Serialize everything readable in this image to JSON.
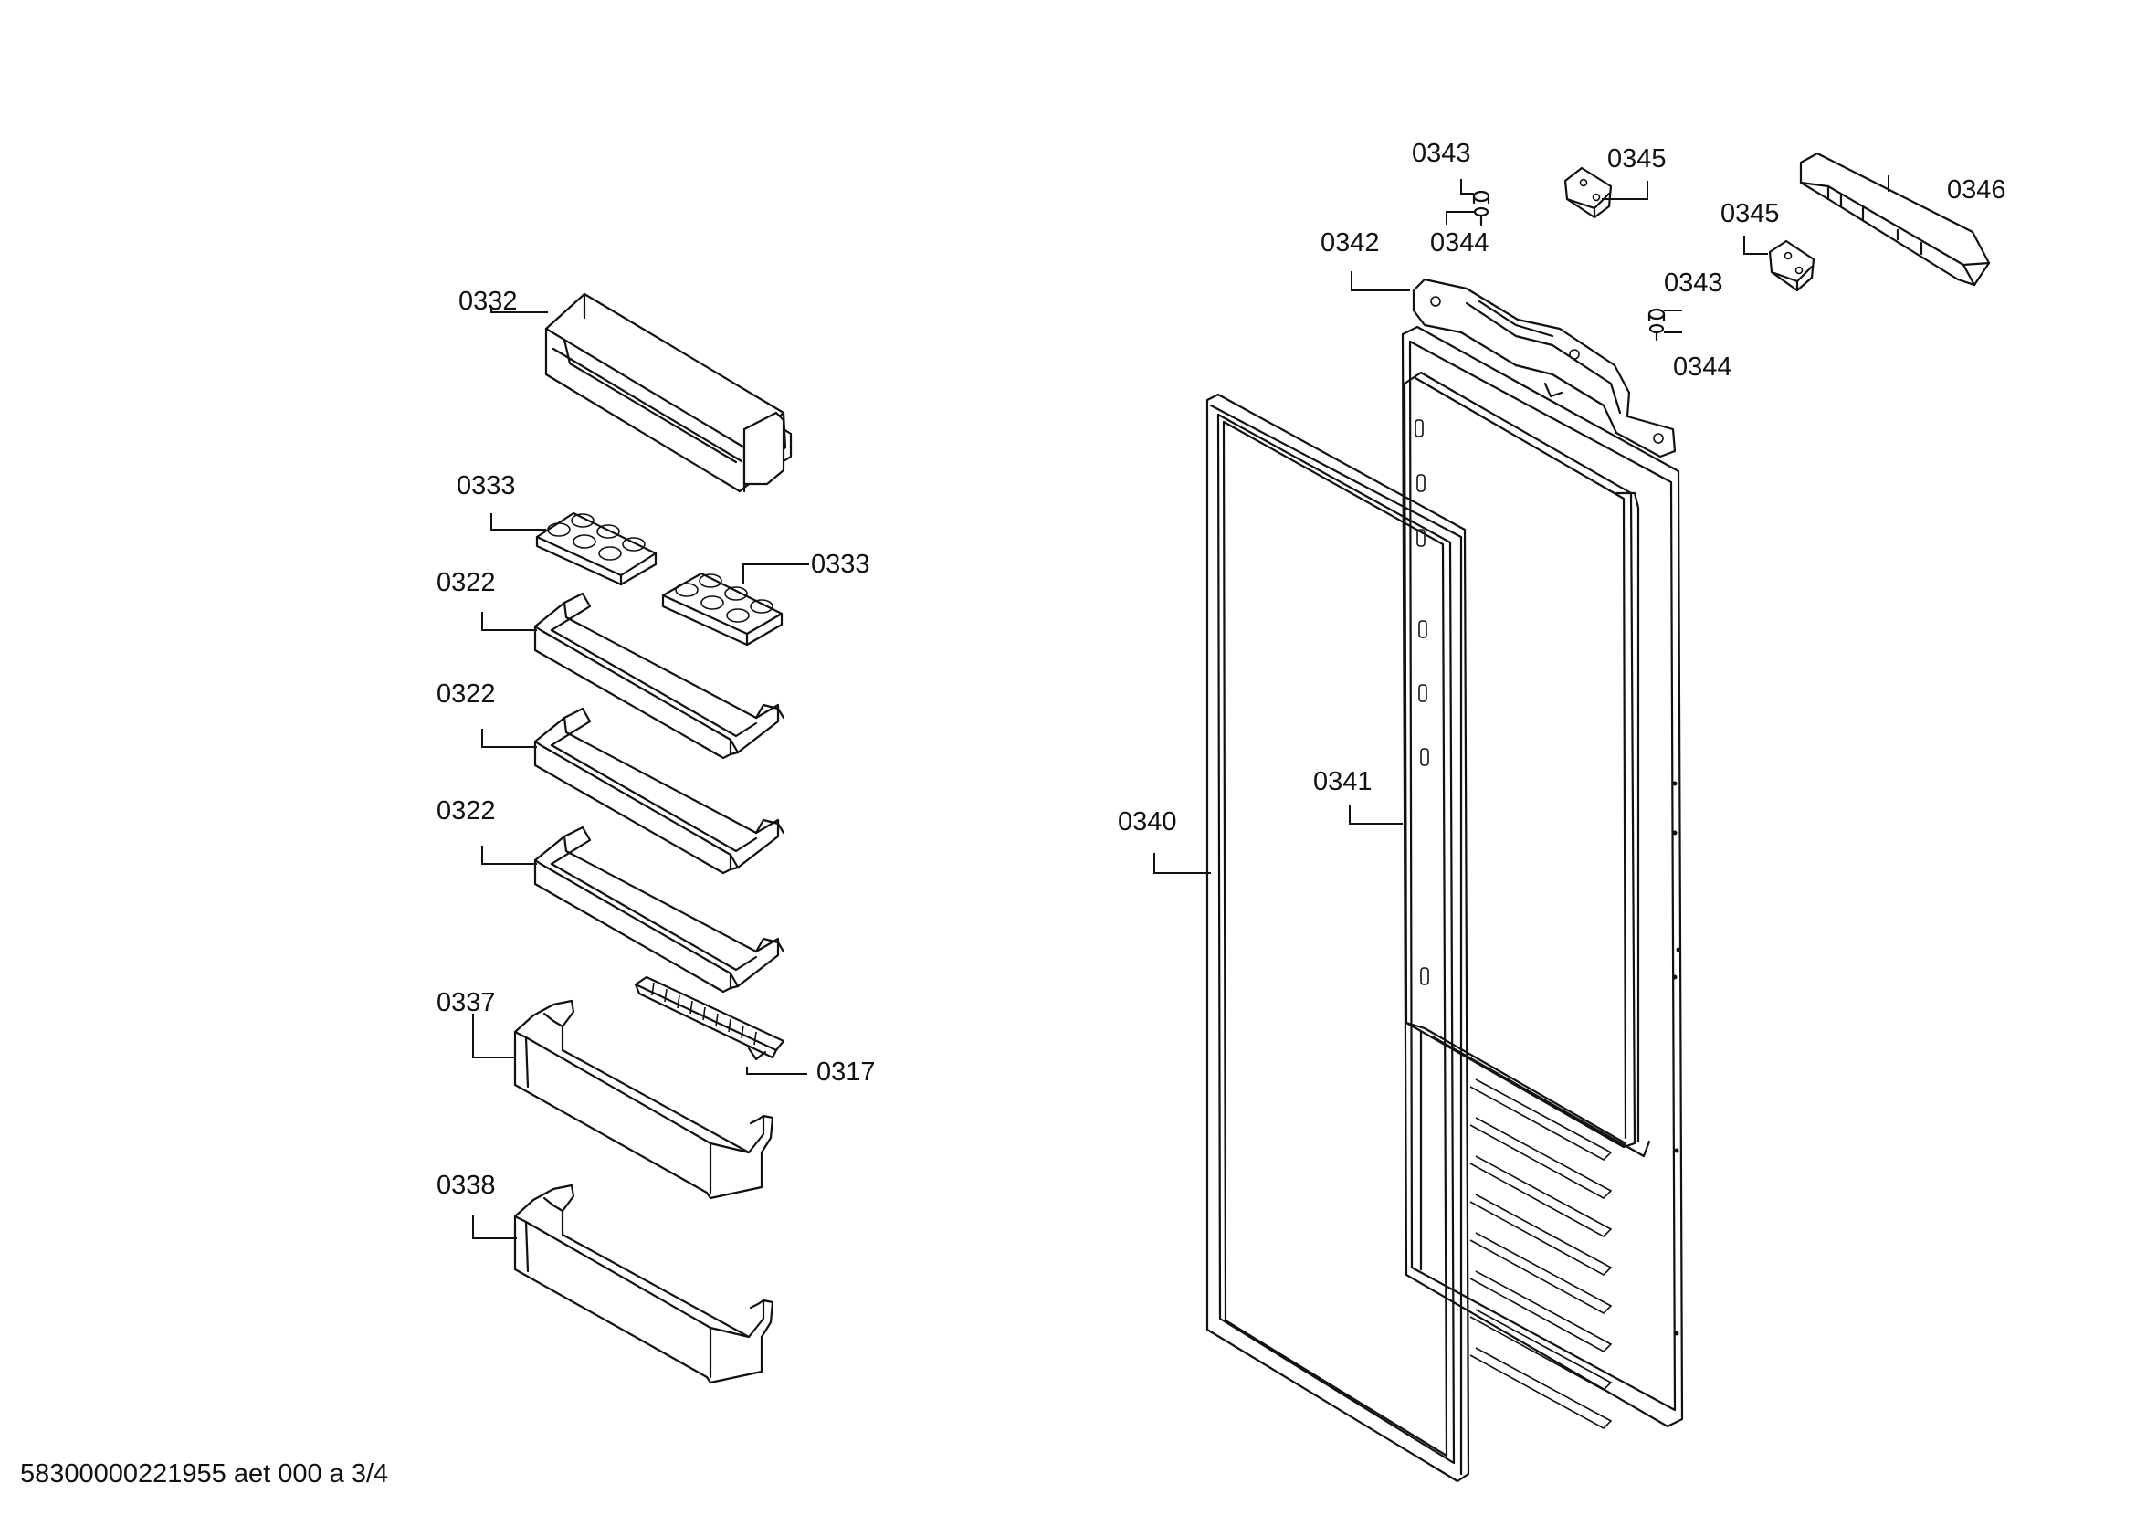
{
  "labels": {
    "l0332": "0332",
    "l0333a": "0333",
    "l0333b": "0333",
    "l0322a": "0322",
    "l0322b": "0322",
    "l0322c": "0322",
    "l0337": "0337",
    "l0317": "0317",
    "l0338": "0338",
    "l0340": "0340",
    "l0341": "0341",
    "l0342": "0342",
    "l0343a": "0343",
    "l0344a": "0344",
    "l0345a": "0345",
    "l0346": "0346",
    "l0345b": "0345",
    "l0343b": "0343",
    "l0344b": "0344"
  },
  "footer": "58300000221955 aet 000 a 3/4"
}
